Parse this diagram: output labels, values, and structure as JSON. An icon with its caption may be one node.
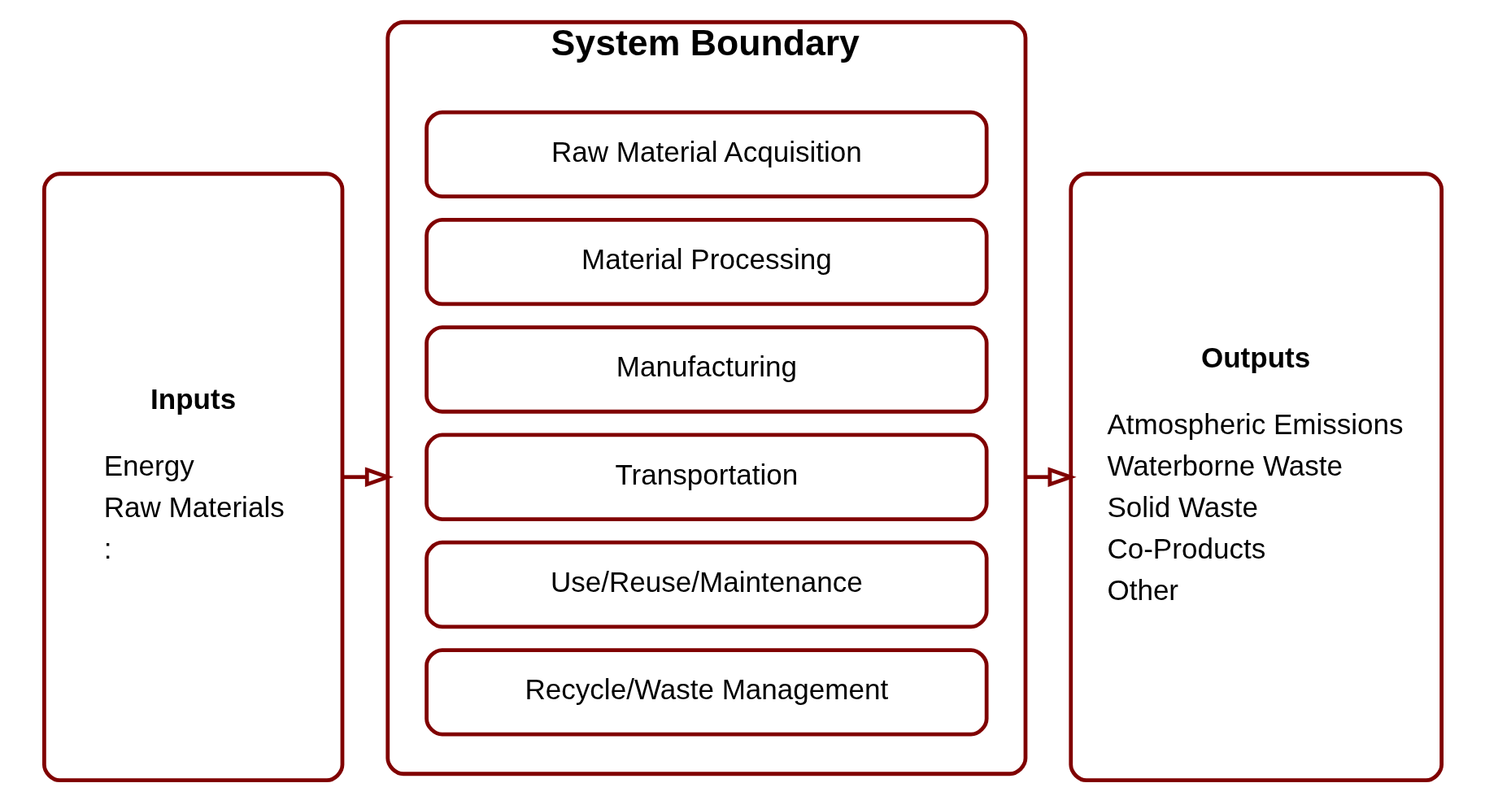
{
  "diagram": {
    "nodes": [
      {
        "text": [
          "Inputs",
          "Energy",
          "Raw Materials",
          ":"
        ]
      },
      {
        "text": [
          "System Boundary"
        ]
      },
      {
        "text": [
          "Raw Material Acquisition"
        ],
        "in": 1
      },
      {
        "text": [
          "Material Processing"
        ],
        "in": 1
      },
      {
        "text": [
          "Manufacturing"
        ],
        "in": 1
      },
      {
        "text": [
          "Transportation"
        ],
        "in": 1
      },
      {
        "text": [
          "Use/Reuse/Maintenance"
        ],
        "in": 1
      },
      {
        "text": [
          "Recycle/Waste Management"
        ],
        "in": 1
      },
      {
        "text": [
          "Outputs",
          "Atmospheric Emissions",
          "Waterborne Waste",
          "Solid Waste",
          "Co-Products",
          "Other"
        ]
      }
    ],
    "edges": [
      {
        "from": 0,
        "to": 1,
        "arrow": "to"
      },
      {
        "from": 1,
        "to": 8,
        "arrow": "to"
      }
    ]
  }
}
